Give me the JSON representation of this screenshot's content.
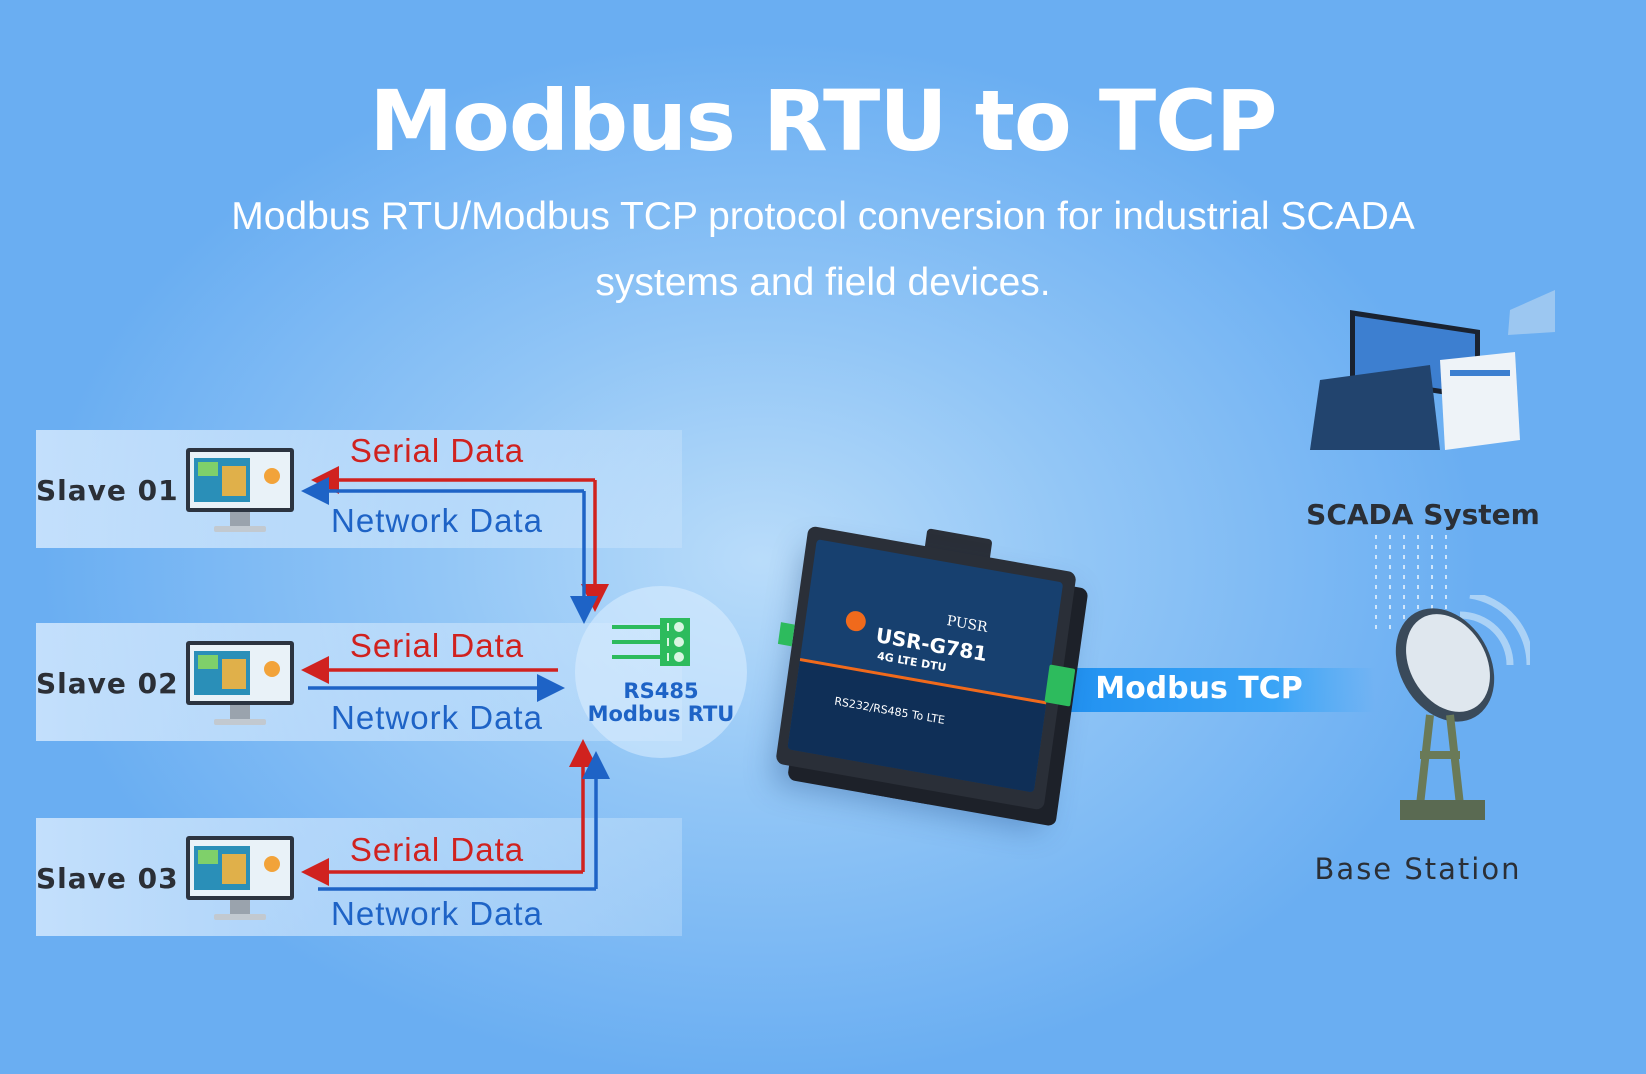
{
  "title": "Modbus RTU to TCP",
  "subtitle": [
    "Modbus RTU/Modbus TCP protocol conversion for industrial SCADA",
    "systems and field devices."
  ],
  "slaves": [
    {
      "label": "Slave 01",
      "serial": "Serial Data",
      "network": "Network Data"
    },
    {
      "label": "Slave 02",
      "serial": "Serial Data",
      "network": "Network Data"
    },
    {
      "label": "Slave 03",
      "serial": "Serial Data",
      "network": "Network Data"
    }
  ],
  "hub": {
    "line1": "RS485",
    "line2": "Modbus RTU"
  },
  "device": {
    "brand": "PUSR",
    "model": "USR-G781",
    "type": "4G LTE DTU",
    "desc": "RS232/RS485 To LTE"
  },
  "link": "Modbus TCP",
  "scada": "SCADA System",
  "base": "Base Station",
  "colors": {
    "serial": "#d0221f",
    "network": "#1e63c6",
    "connector": "#2dbb5d"
  }
}
